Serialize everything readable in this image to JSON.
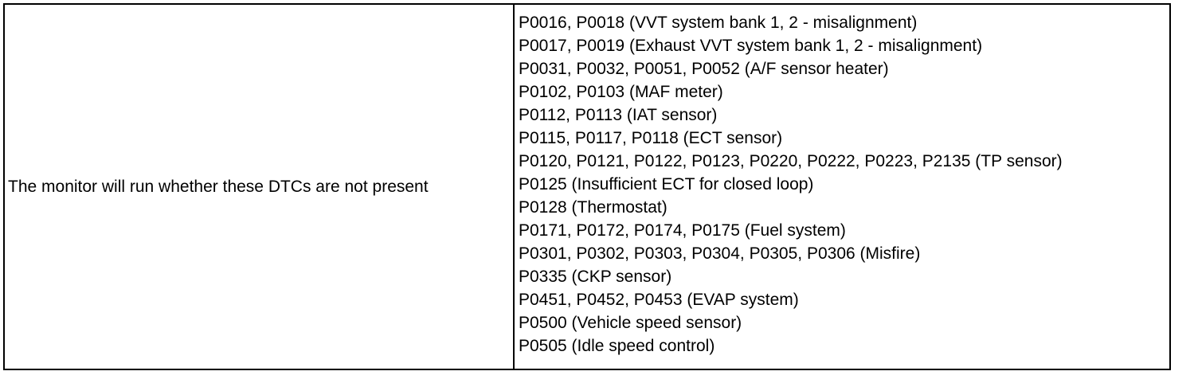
{
  "table": {
    "label": "The monitor will run whether these DTCs are not present",
    "dtc_lines": [
      "P0016, P0018 (VVT system bank 1, 2 - misalignment)",
      "P0017, P0019 (Exhaust VVT system bank 1, 2 - misalignment)",
      "P0031, P0032, P0051, P0052 (A/F sensor heater)",
      "P0102, P0103 (MAF meter)",
      "P0112, P0113 (IAT sensor)",
      "P0115, P0117, P0118 (ECT sensor)",
      "P0120, P0121, P0122, P0123, P0220, P0222, P0223, P2135 (TP sensor)",
      "P0125 (Insufficient ECT for closed loop)",
      "P0128 (Thermostat)",
      "P0171, P0172, P0174, P0175 (Fuel system)",
      "P0301, P0302, P0303, P0304, P0305, P0306 (Misfire)",
      "P0335 (CKP sensor)",
      "P0451, P0452, P0453 (EVAP system)",
      "P0500 (Vehicle speed sensor)",
      "P0505 (Idle speed control)"
    ]
  }
}
